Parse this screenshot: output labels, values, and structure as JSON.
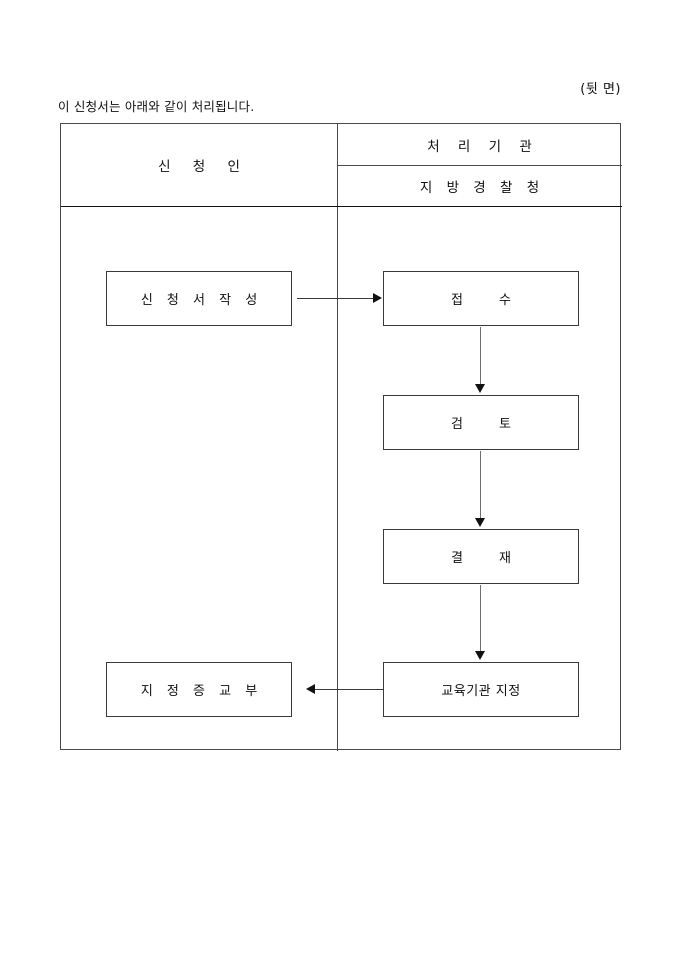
{
  "page": {
    "side_marker": "(뒷 면)",
    "intro": "이 신청서는 아래와 같이 처리됩니다."
  },
  "table": {
    "headers": {
      "applicant": "신 청 인",
      "agency": "처 리 기 관",
      "office": "지 방 경 찰 청"
    }
  },
  "flow": {
    "nodes": [
      {
        "id": "apply",
        "label": "신 청 서  작 성",
        "column": "applicant"
      },
      {
        "id": "receive",
        "label": "접       수",
        "column": "agency"
      },
      {
        "id": "review",
        "label": "검       토",
        "column": "agency"
      },
      {
        "id": "approve",
        "label": "결       재",
        "column": "agency"
      },
      {
        "id": "assign",
        "label": "교육기관 지정",
        "column": "agency"
      },
      {
        "id": "issue",
        "label": "지 정 증  교 부",
        "column": "applicant"
      }
    ],
    "connectors": [
      {
        "id": "apply-receive",
        "from": "apply",
        "to": "receive",
        "direction": "right"
      },
      {
        "id": "receive-review",
        "from": "receive",
        "to": "review",
        "direction": "down"
      },
      {
        "id": "review-approve",
        "from": "review",
        "to": "approve",
        "direction": "down"
      },
      {
        "id": "approve-assign",
        "from": "approve",
        "to": "assign",
        "direction": "down"
      },
      {
        "id": "assign-issue",
        "from": "assign",
        "to": "issue",
        "direction": "left"
      }
    ]
  },
  "colors": {
    "border": "#4a4a4a",
    "node_border": "#3a3a3a",
    "text": "#111111",
    "background": "#ffffff"
  }
}
